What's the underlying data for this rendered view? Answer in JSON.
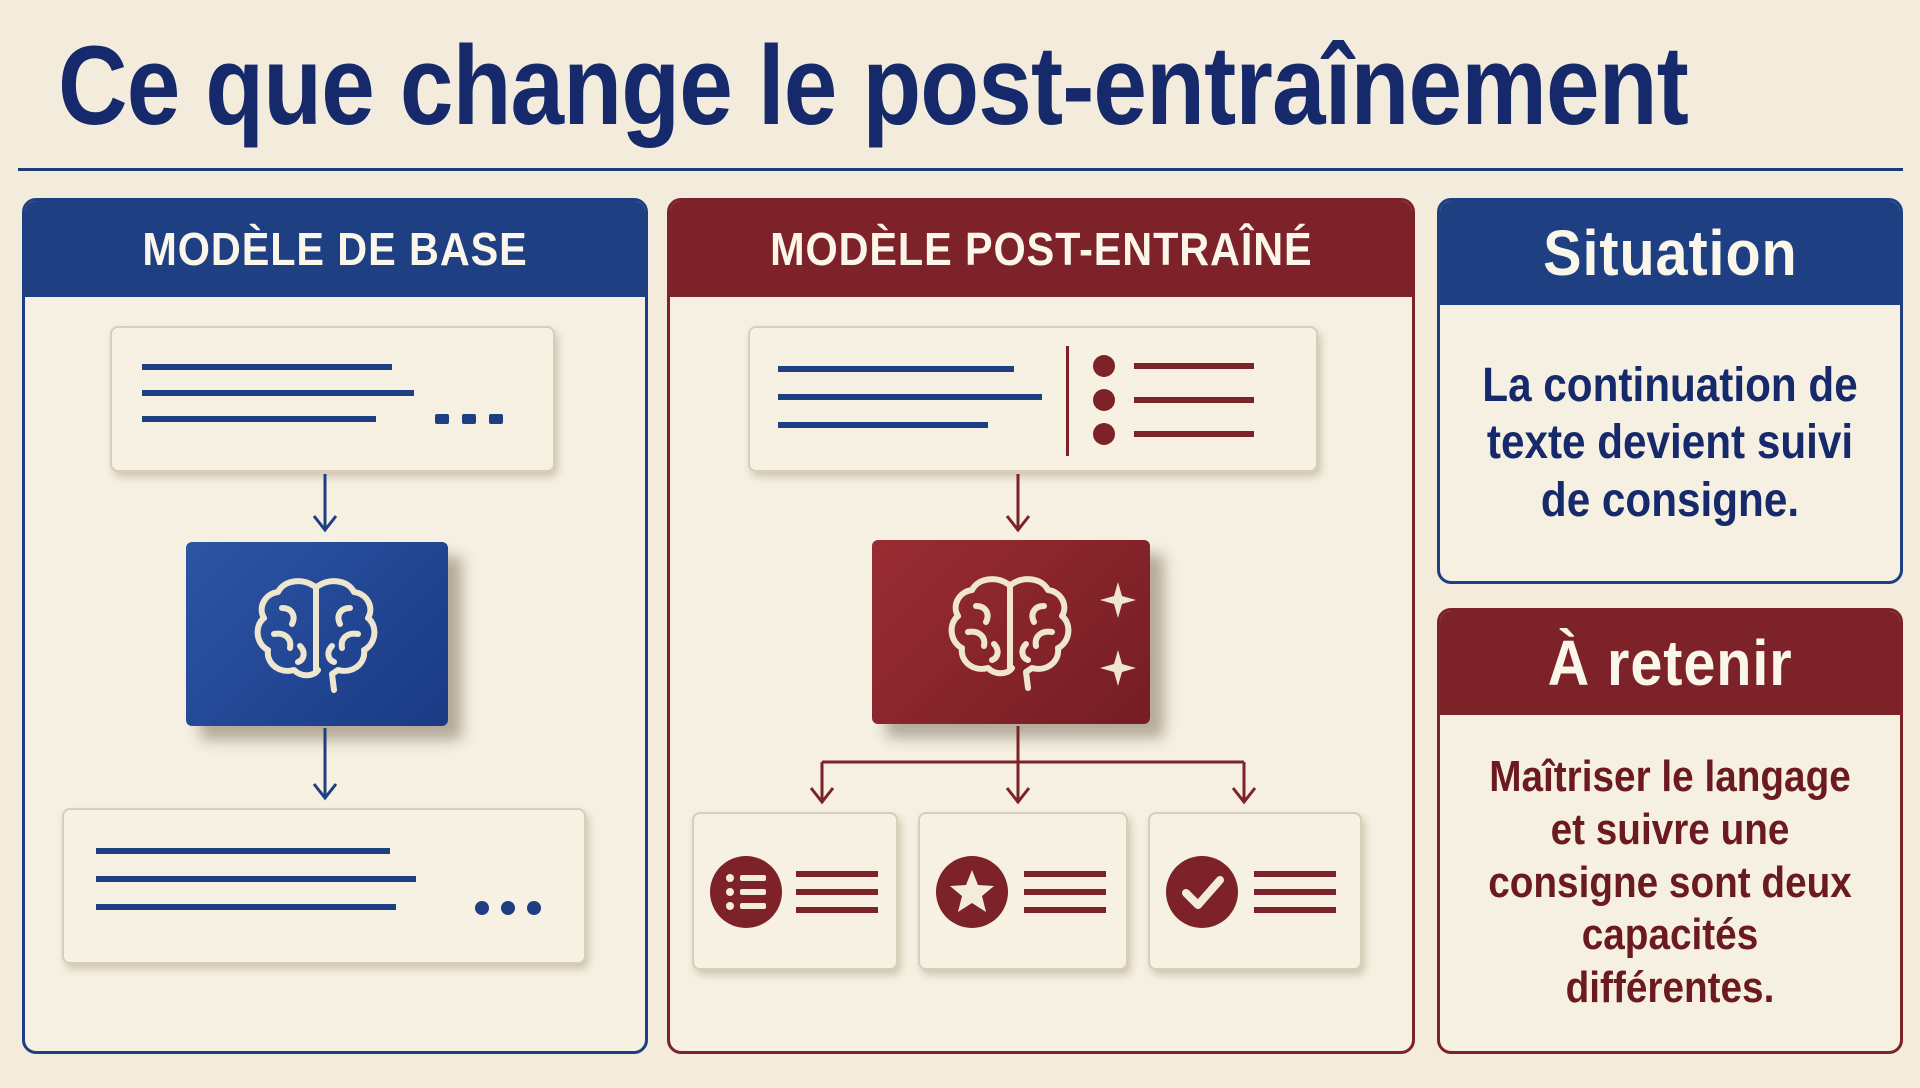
{
  "title": "Ce que change le post-entraînement",
  "panels": {
    "base": {
      "heading": "MODÈLE DE BASE"
    },
    "post": {
      "heading": "MODÈLE POST-ENTRAÎNÉ"
    },
    "situation": {
      "heading": "Situation",
      "text": "La continuation de texte devient suivi de consigne."
    },
    "retenir": {
      "heading": "À retenir",
      "text": "Maîtriser le langage et suivre une consigne sont deux capacités différentes."
    }
  },
  "colors": {
    "navy": "#1e3f82",
    "maroon": "#7d2228",
    "paper": "#f3ecdc"
  },
  "icons": [
    "brain-icon",
    "sparkle-icon",
    "list-icon",
    "star-icon",
    "check-icon",
    "ellipsis-icon",
    "bullet-list-icon"
  ]
}
